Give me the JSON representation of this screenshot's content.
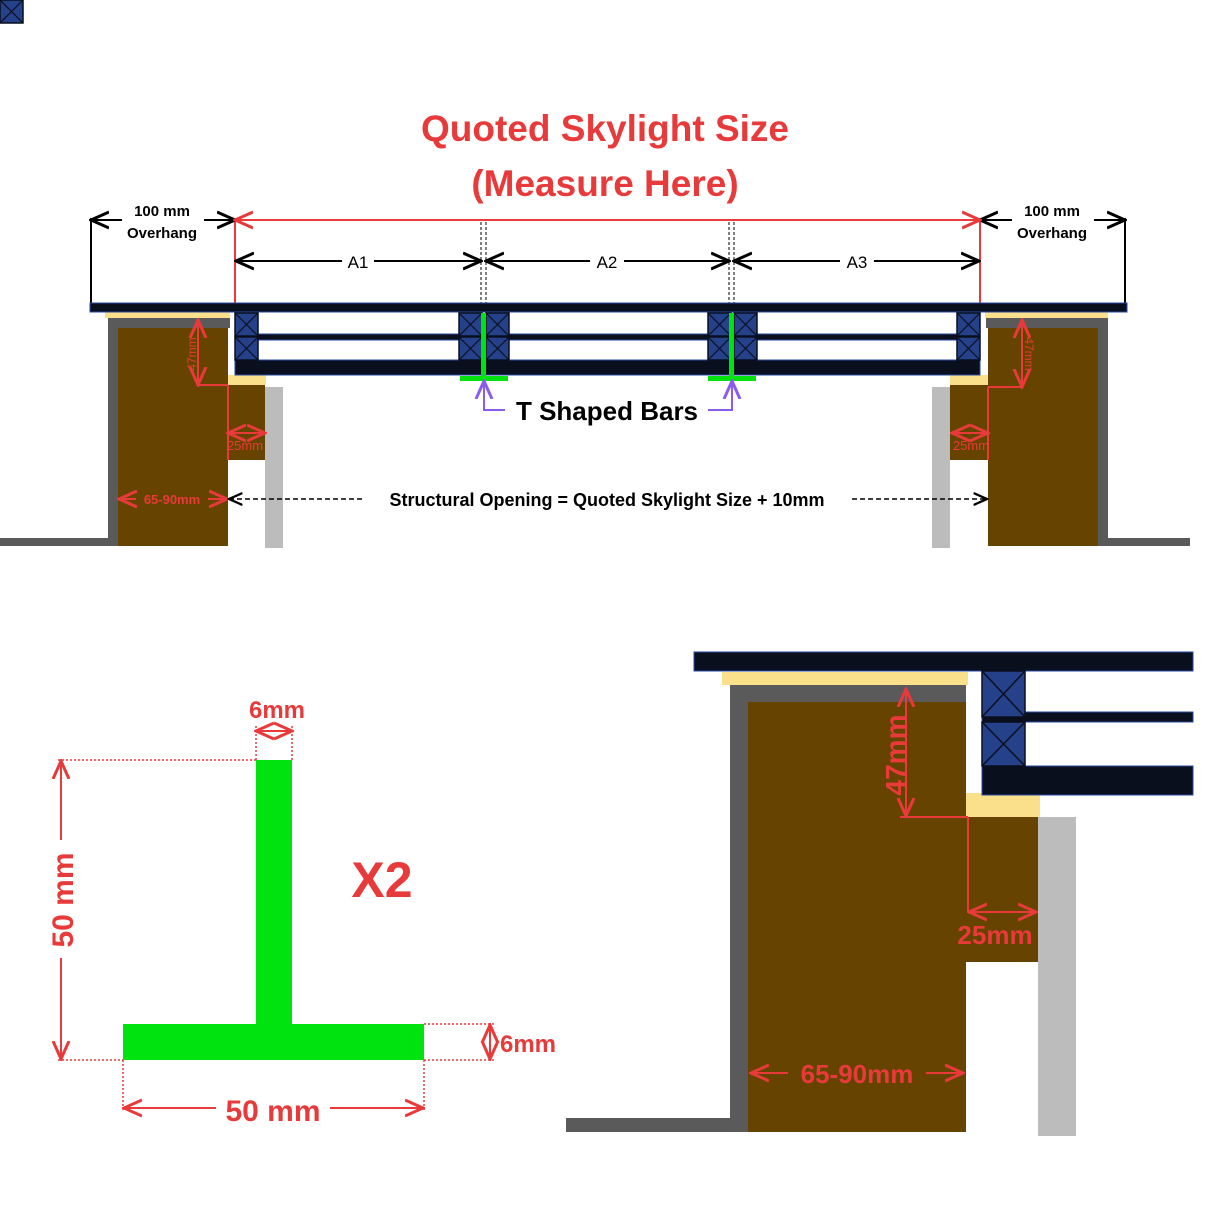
{
  "title": {
    "line1": "Quoted Skylight Size",
    "line2": "(Measure Here)"
  },
  "overhang_left": {
    "value": "100 mm",
    "label": "Overhang"
  },
  "overhang_right": {
    "value": "100 mm",
    "label": "Overhang"
  },
  "sections": [
    "A1",
    "A2",
    "A3"
  ],
  "top_dims": {
    "upstand_height": "47mm",
    "step_width": "25mm",
    "wall_width": "65-90mm"
  },
  "t_bars_label": "T Shaped Bars",
  "structural_opening": "Structural Opening = Quoted Skylight Size + 10mm",
  "t_profile": {
    "stem_width": "6mm",
    "height": "50 mm",
    "flange_thickness": "6mm",
    "width": "50 mm",
    "quantity": "X2"
  },
  "detail": {
    "upstand_height": "47mm",
    "step_width": "25mm",
    "wall_width": "65-90mm"
  },
  "colors": {
    "accent": "#e83a3a",
    "t_bar": "#00e30f",
    "timber": "#664400",
    "frame": "#24418a"
  }
}
